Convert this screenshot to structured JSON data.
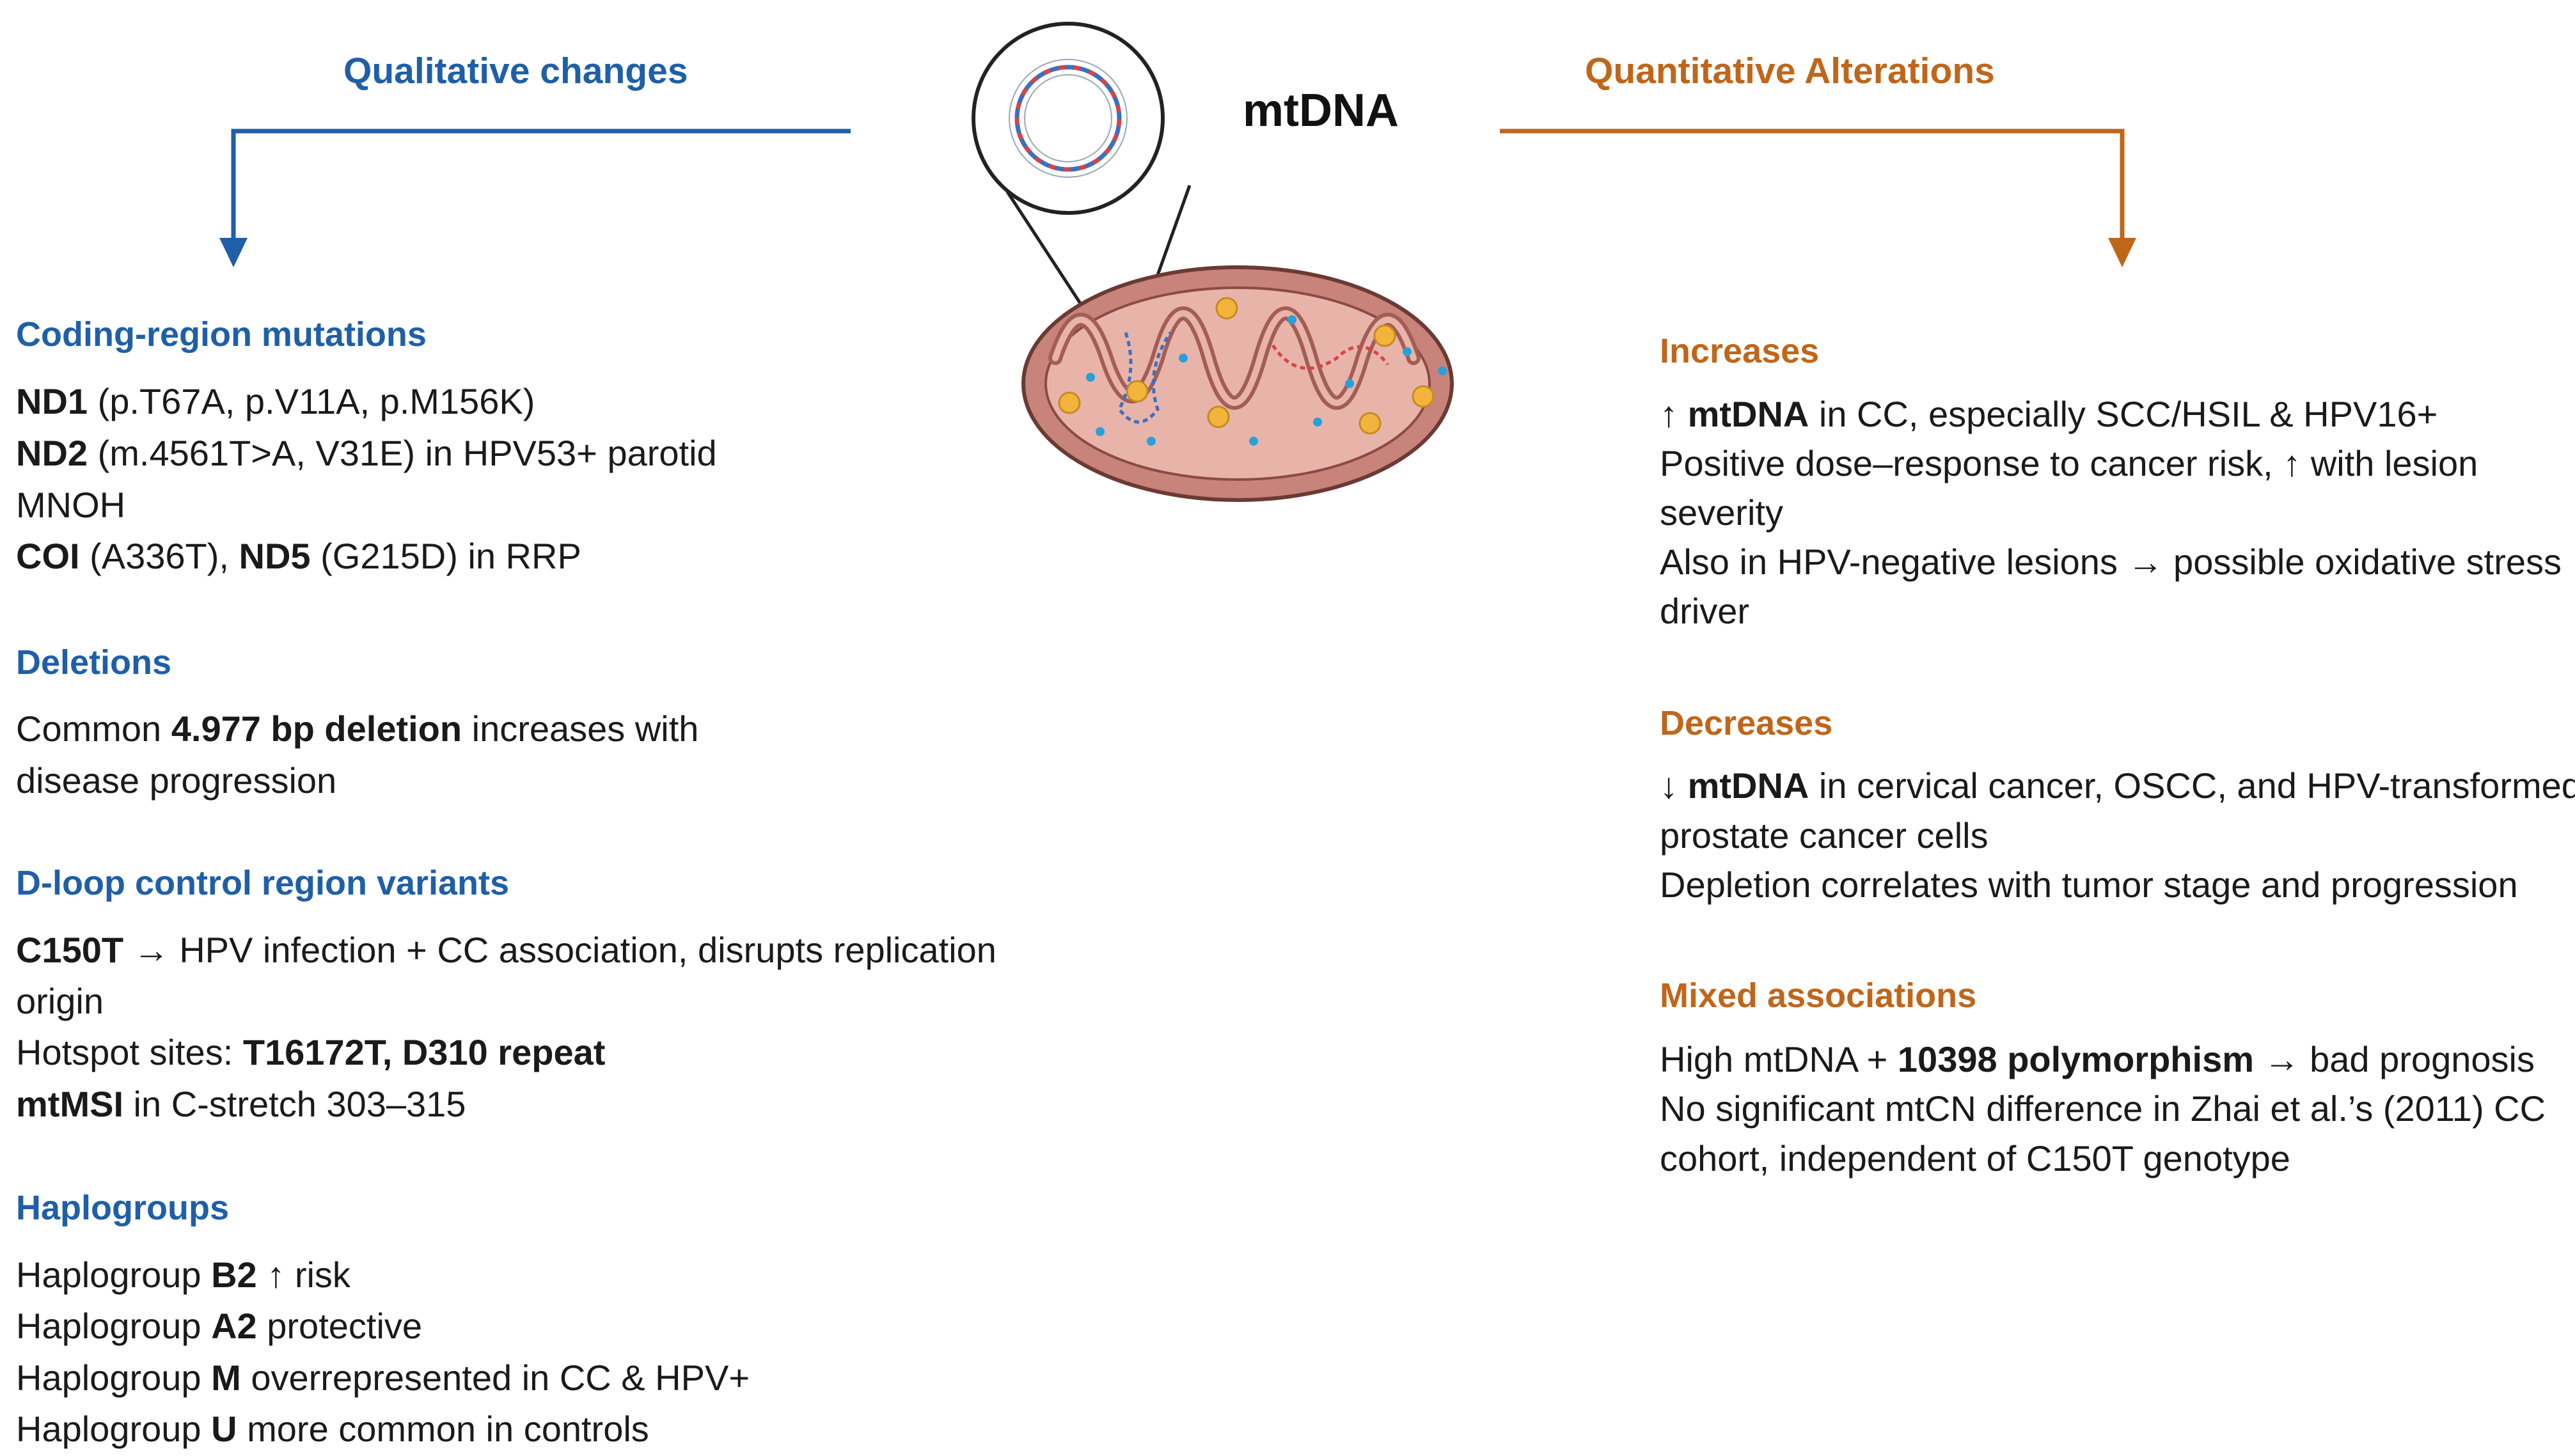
{
  "header": {
    "left_title": "Qualitative changes",
    "right_title": "Quantitative Alterations",
    "center_label": "mtDNA"
  },
  "colors": {
    "qualitative": "#1f5fa8",
    "quantitative": "#c0661a",
    "mito_outer": "#c8837a",
    "mito_inner": "#e8b4aa",
    "granule": "#f2b43c",
    "dot": "#2aa0d8"
  },
  "left": {
    "coding": {
      "title": "Coding-region mutations",
      "l1_b": "ND1",
      "l1_t": " (p.T67A, p.V11A, p.M156K)",
      "l2_b": "ND2",
      "l2_t": " (m.4561T>A, V31E) in HPV53+ parotid",
      "l3_t": "MNOH",
      "l4_b1": "COI",
      "l4_t1": " (A336T), ",
      "l4_b2": "ND5",
      "l4_t2": " (G215D) in RRP"
    },
    "deletions": {
      "title": "Deletions",
      "l1_t1": "Common ",
      "l1_b": "4.977 bp deletion",
      "l1_t2": " increases with",
      "l2_t": "disease progression"
    },
    "dloop": {
      "title": "D-loop control region variants",
      "l1_b": "C150T",
      "l1_t": " → HPV infection + CC association, disrupts replication",
      "l2_t": "origin",
      "l3_t": "Hotspot sites: ",
      "l3_b": "T16172T, D310 repeat",
      "l4_b": "mtMSI",
      "l4_t": " in C-stretch 303–315"
    },
    "haplo": {
      "title": "Haplogroups",
      "prefix": "Haplogroup ",
      "l1_b": "B2",
      "l1_t": " ↑ risk",
      "l2_b": "A2",
      "l2_t": " protective",
      "l3_b": "M",
      "l3_t": " overrepresented in CC & HPV+",
      "l4_b": "U",
      "l4_t": " more common in controls"
    }
  },
  "right": {
    "increases": {
      "title": "Increases",
      "l1_t1": "↑ ",
      "l1_b": "mtDNA",
      "l1_t2": " in CC, especially SCC/HSIL & HPV16+",
      "l2_t": "Positive dose–response to cancer risk, ↑ with lesion",
      "l3_t": "severity",
      "l4_t": "Also in HPV-negative lesions → possible oxidative stress",
      "l5_t": "driver"
    },
    "decreases": {
      "title": "Decreases",
      "l1_t1": "↓ ",
      "l1_b": "mtDNA",
      "l1_t2": " in cervical cancer, OSCC, and HPV-transformed",
      "l2_t": "prostate cancer cells",
      "l3_t": "Depletion correlates with tumor stage and progression"
    },
    "mixed": {
      "title": "Mixed associations",
      "l1_t1": "High mtDNA + ",
      "l1_b": "10398 polymorphism",
      "l1_t2": " → bad prognosis",
      "l2_t": "No significant mtCN difference in Zhai et al.’s (2011) CC",
      "l3_t": "cohort, independent of C150T genotype"
    }
  }
}
